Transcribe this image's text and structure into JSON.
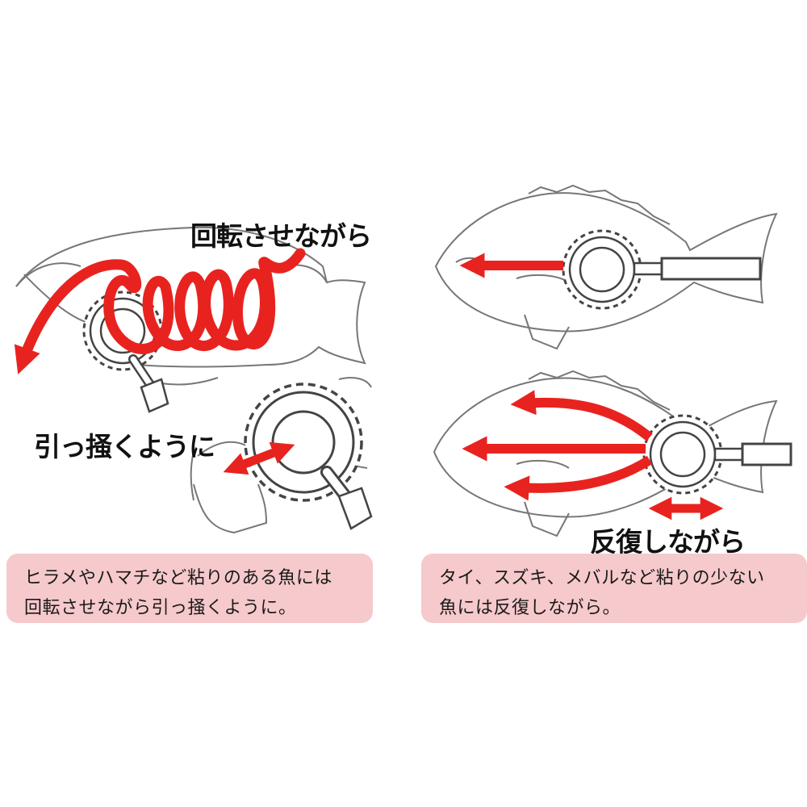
{
  "left_panel": {
    "label_rotate": "回転させながら",
    "label_scratch": "引っ掻くように",
    "caption_line1": "ヒラメやハマチなど粘りのある魚には",
    "caption_line2": "回転させながら引っ掻くように。"
  },
  "right_panel": {
    "label_repeat": "反復しながら",
    "caption_line1": "タイ、スズキ、メバルなど粘りの少ない",
    "caption_line2": "魚には反復しながら。"
  },
  "colors": {
    "arrow_red": "#e8231f",
    "caption_bg": "#f6c9cc",
    "outline": "#777777"
  },
  "icons": [
    "scaler-wheel-icon",
    "fish-outline-icon",
    "arrow-icon"
  ]
}
